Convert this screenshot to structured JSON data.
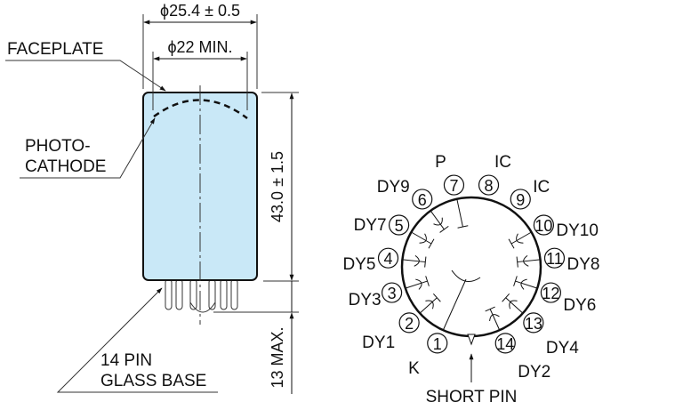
{
  "diagram": {
    "title": "Photomultiplier tube dimensional outline and basing diagram",
    "colors": {
      "tube_fill": "#c9e8f7",
      "line": "#111111",
      "thin_line": "#333333",
      "background": "#ffffff"
    },
    "outline": {
      "labels": {
        "faceplate": "FACEPLATE",
        "photocathode_line1": "PHOTO-",
        "photocathode_line2": "CATHODE",
        "base_line1": "14 PIN",
        "base_line2": "GLASS BASE"
      },
      "dimensions": {
        "outer_diameter": "ϕ25.4 ± 0.5",
        "cathode_diameter": "ϕ22 MIN.",
        "tube_length": "43.0 ± 1.5",
        "pin_length": "13 MAX."
      },
      "units": "mm"
    },
    "basing": {
      "short_pin_label": "SHORT PIN",
      "pins": [
        {
          "num": "1",
          "label": "K"
        },
        {
          "num": "2",
          "label": "DY1"
        },
        {
          "num": "3",
          "label": "DY3"
        },
        {
          "num": "4",
          "label": "DY5"
        },
        {
          "num": "5",
          "label": "DY7"
        },
        {
          "num": "6",
          "label": "DY9"
        },
        {
          "num": "7",
          "label": "P"
        },
        {
          "num": "8",
          "label": "IC"
        },
        {
          "num": "9",
          "label": "IC"
        },
        {
          "num": "10",
          "label": "DY10"
        },
        {
          "num": "11",
          "label": "DY8"
        },
        {
          "num": "12",
          "label": "DY6"
        },
        {
          "num": "13",
          "label": "DY4"
        },
        {
          "num": "14",
          "label": "DY2"
        }
      ]
    }
  }
}
